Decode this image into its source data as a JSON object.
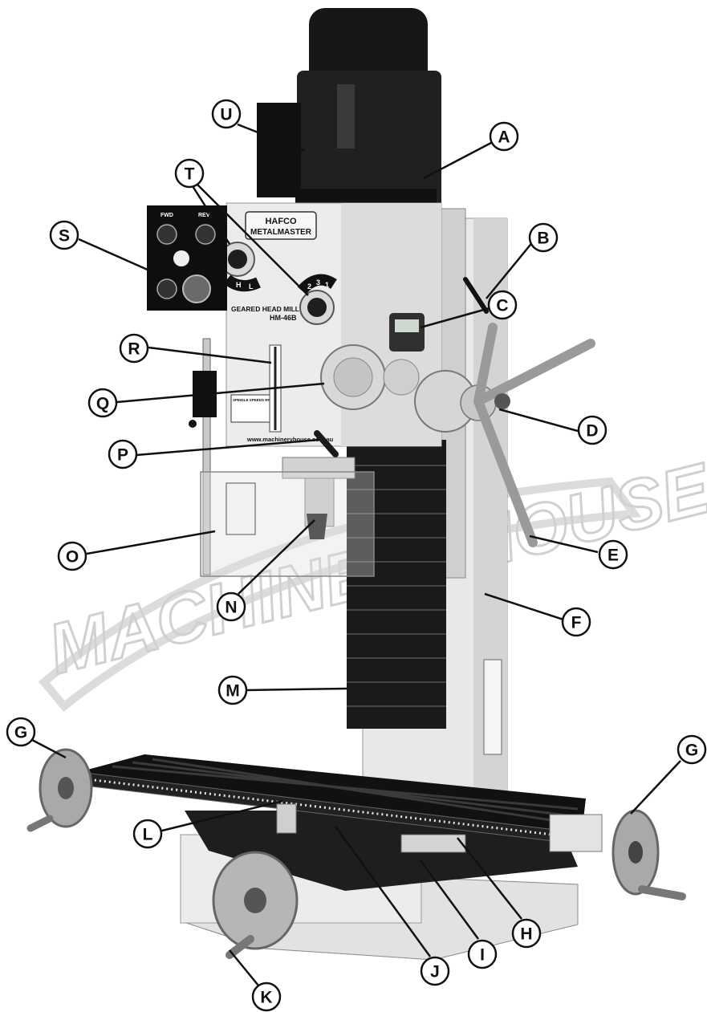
{
  "machine": {
    "brand_line1": "HAFCO",
    "brand_line2": "METALMASTER",
    "model_title": "GEARED HEAD MILL DRILL",
    "model_number": "HM-46B",
    "website": "www.machineryhouse.com.au",
    "panel_fwd": "FWD",
    "panel_rev": "REV",
    "gear_h": "H",
    "gear_l": "L",
    "gear_1": "1",
    "gear_2": "2",
    "gear_3": "3",
    "speed_chart_title": "SPINDLE SPEEDS RPM"
  },
  "watermark": {
    "text": "MACHINERYHOUSE"
  },
  "callouts": [
    {
      "letter": "A"
    },
    {
      "letter": "B"
    },
    {
      "letter": "C"
    },
    {
      "letter": "D"
    },
    {
      "letter": "E"
    },
    {
      "letter": "F"
    },
    {
      "letter": "G"
    },
    {
      "letter": "G"
    },
    {
      "letter": "H"
    },
    {
      "letter": "I"
    },
    {
      "letter": "J"
    },
    {
      "letter": "K"
    },
    {
      "letter": "L"
    },
    {
      "letter": "M"
    },
    {
      "letter": "N"
    },
    {
      "letter": "O"
    },
    {
      "letter": "P"
    },
    {
      "letter": "Q"
    },
    {
      "letter": "R"
    },
    {
      "letter": "S"
    },
    {
      "letter": "T"
    },
    {
      "letter": "U"
    }
  ]
}
